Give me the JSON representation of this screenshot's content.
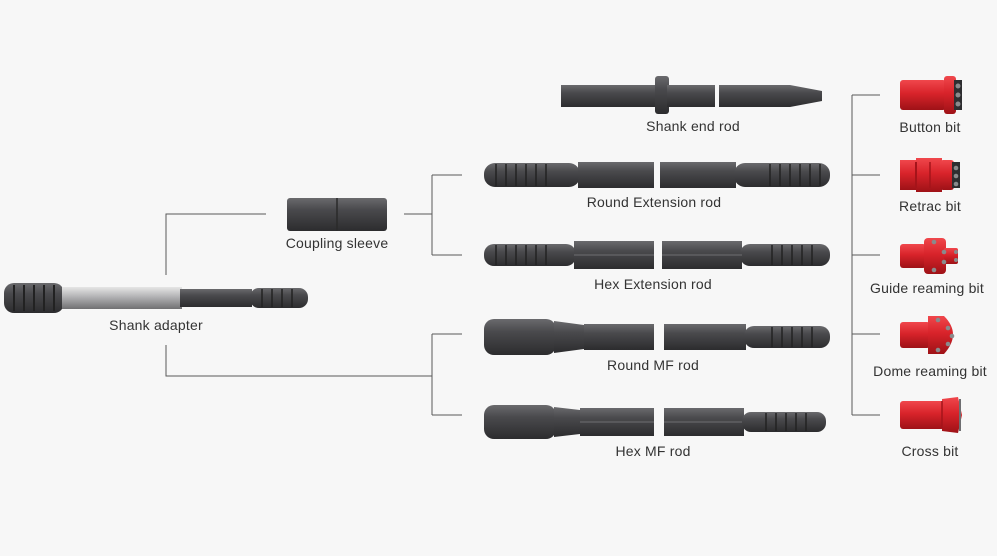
{
  "colors": {
    "background": "#f7f7f7",
    "connector_line": "#5a5a5a",
    "steel_dark": "#3b3b3d",
    "steel_mid": "#555558",
    "steel_light": "#9a9a9c",
    "bit_red": "#d8232a",
    "bit_red_dark": "#a5141a",
    "label_text": "#333333"
  },
  "labels": {
    "shank_adapter": "Shank adapter",
    "coupling_sleeve": "Coupling sleeve",
    "shank_end_rod": "Shank end rod",
    "round_extension_rod": "Round Extension rod",
    "hex_extension_rod": "Hex Extension rod",
    "round_mf_rod": "Round MF rod",
    "hex_mf_rod": "Hex MF rod",
    "button_bit": "Button bit",
    "retrac_bit": "Retrac bit",
    "guide_reaming_bit": "Guide reaming bit",
    "dome_reaming_bit": "Dome reaming bit",
    "cross_bit": "Cross bit"
  },
  "icons": {
    "shank_adapter": "shank-adapter-icon",
    "coupling_sleeve": "coupling-sleeve-icon",
    "shank_end_rod": "shank-end-rod-icon",
    "round_extension_rod": "round-extension-rod-icon",
    "hex_extension_rod": "hex-extension-rod-icon",
    "round_mf_rod": "round-mf-rod-icon",
    "hex_mf_rod": "hex-mf-rod-icon",
    "button_bit": "button-bit-icon",
    "retrac_bit": "retrac-bit-icon",
    "guide_reaming_bit": "guide-reaming-bit-icon",
    "dome_reaming_bit": "dome-reaming-bit-icon",
    "cross_bit": "cross-bit-icon"
  }
}
